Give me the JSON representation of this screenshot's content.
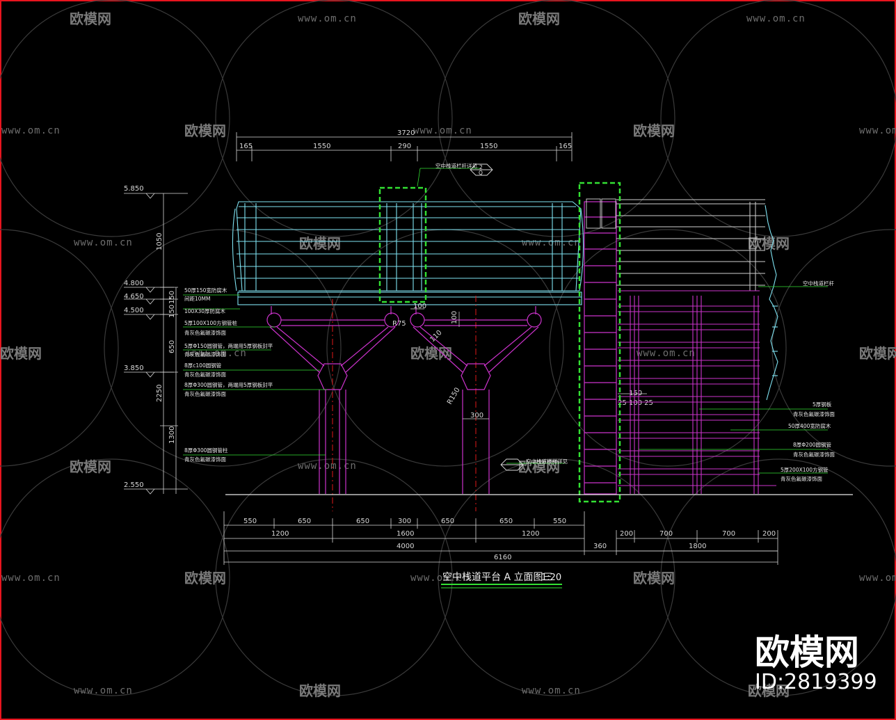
{
  "drawing": {
    "title": "空中栈道平台 A 立面图三",
    "scale": "1:20",
    "callout_top": "空中栈道栏杆详见",
    "callout_mid": "空中栈道楼梯详见",
    "callout_right": "空中栈道栏杆",
    "section_no": "2",
    "sheet_ref": "Q"
  },
  "dims_top": {
    "total": "3720",
    "segments": [
      "165",
      "1550",
      "290",
      "1550",
      "165"
    ]
  },
  "elevations": [
    "5.850",
    "4.800",
    "4.650",
    "4.500",
    "3.850",
    "2.550"
  ],
  "dims_left": [
    "1050",
    "150",
    "150",
    "650",
    "2250",
    "1300"
  ],
  "dims_bottom": {
    "row1": [
      "550",
      "650",
      "650",
      "300",
      "650",
      "650",
      "550"
    ],
    "row2": [
      "1200",
      "1600",
      "1200"
    ],
    "row3_a": "4000",
    "row3_b": "360",
    "total": "6160",
    "right_row1": [
      "200",
      "700",
      "700",
      "200"
    ],
    "right_row2": "1800"
  },
  "dims_inner": {
    "d100a": "100",
    "d100b": "100",
    "r75": "R75",
    "d110": "110",
    "r150": "R150",
    "d300": "300",
    "d150": "150",
    "d25_100_25": "25 100 25"
  },
  "notes_left": [
    "50厚150宽防腐木",
    "间距10MM",
    "100X30厚防腐木",
    "5厚100X100方钢管桩",
    "青灰色氟碳漆饰面",
    "5厚Φ150圆钢管，两端用5厚钢板封平",
    "青灰色氟碳漆饰面",
    "8厚c100圆钢管",
    "青灰色氟碳漆饰面",
    "8厚Φ300圆钢管，两端用5厚钢板封平",
    "青灰色氟碳漆饰面",
    "8厚Φ300圆钢管柱",
    "青灰色氟碳漆饰面"
  ],
  "notes_right": [
    "5厚钢板",
    "青灰色氟碳漆饰面",
    "50厚400宽防腐木",
    "8厚Φ200圆钢管",
    "青灰色氟碳漆饰面",
    "5厚200X100方钢管",
    "青灰色氟碳漆饰面"
  ],
  "watermark": {
    "brand": "欧模网",
    "url": "www.om.cn",
    "big_brand": "欧模网",
    "id": "ID:2819399"
  },
  "colors": {
    "frame": "#e8141e",
    "cyan": "#7fe3f2",
    "magenta": "#cc33cc",
    "green": "#33e033",
    "red_centerline": "#e01818",
    "grey_dim": "#d8d8d8"
  }
}
